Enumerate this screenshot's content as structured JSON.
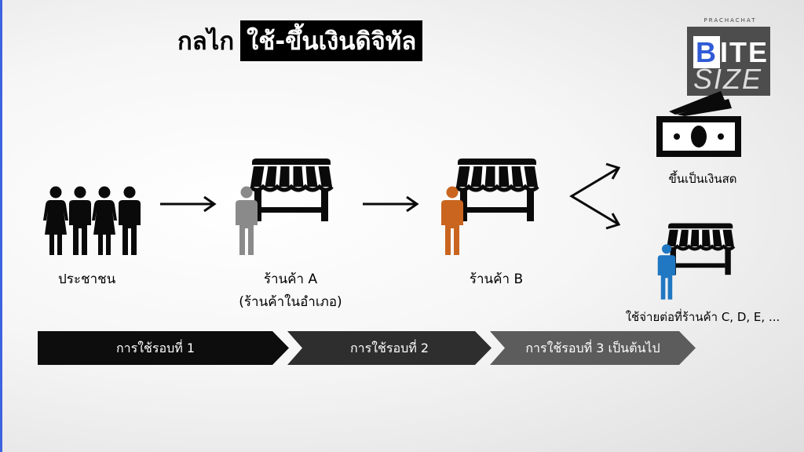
{
  "title": {
    "main": "กลไก",
    "highlight": "ใช้-ขึ้นเงินดิจิทัล"
  },
  "logo": {
    "top_text": "PRACHACHAT",
    "word1_a": "B",
    "word1_b": "ITE",
    "word2": "SIZE"
  },
  "labels": {
    "people": "ประชาชน",
    "shop_a": "ร้านค้า A",
    "shop_a_sub": "(ร้านค้าในอำเภอ)",
    "shop_b": "ร้านค้า B",
    "cash": "ขึ้นเป็นเงินสด",
    "shop_c": "ใช้จ่ายต่อที่ร้านค้า C, D, E, ..."
  },
  "stages": [
    {
      "label": "การใช้รอบที่ 1",
      "color": "#0d0d0d"
    },
    {
      "label": "การใช้รอบที่ 2",
      "color": "#2e2e2e"
    },
    {
      "label": "การใช้รอบที่ 3 เป็นต้นไป",
      "color": "#5c5c5c"
    }
  ],
  "colors": {
    "person_a": "#8a8a8a",
    "person_b": "#c9651f",
    "person_c": "#2077c2",
    "shop": "#0a0a0a"
  },
  "icons": [
    "group-of-people-icon",
    "right-arrow-icon",
    "storefront-icon",
    "person-icon",
    "branch-arrow-icon",
    "banknote-icon"
  ]
}
